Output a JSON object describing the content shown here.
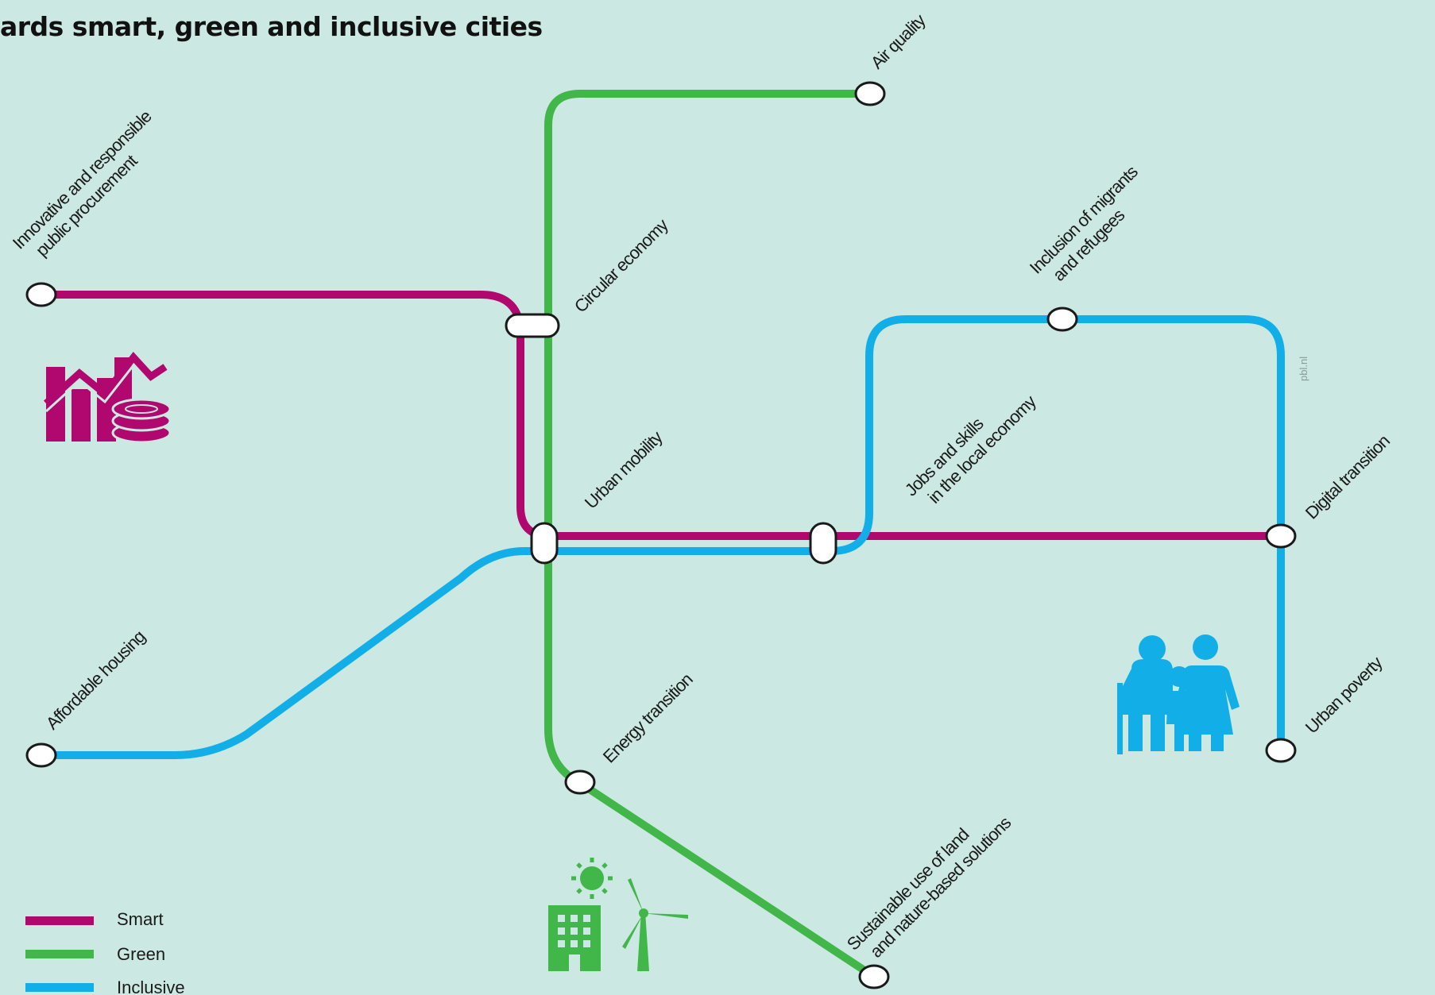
{
  "title": "ards smart, green and inclusive cities",
  "credit": "pbl.nl",
  "colors": {
    "smart": "#b0086e",
    "green": "#41b649",
    "inclusive": "#12aee8"
  },
  "legend": [
    {
      "key": "smart",
      "label": "Smart"
    },
    {
      "key": "green",
      "label": "Green"
    },
    {
      "key": "inclusive",
      "label": "Inclusive"
    }
  ],
  "stations": {
    "procurement": [
      "Innovative and responsible",
      "public procurement"
    ],
    "circular": [
      "Circular economy"
    ],
    "air": [
      "Air quality"
    ],
    "migrants": [
      "Inclusion of  migrants",
      "and refugees"
    ],
    "mobility": [
      "Urban mobility"
    ],
    "jobs": [
      "Jobs and skills",
      "in the local economy"
    ],
    "digital": [
      "Digital transition"
    ],
    "housing": [
      "Affordable housing"
    ],
    "energy": [
      "Energy transition"
    ],
    "land": [
      "Sustainable use of land",
      "and nature-based solutions"
    ],
    "poverty": [
      "Urban poverty"
    ]
  },
  "icons": {
    "smart": "finance-chart-coins-icon",
    "inclusive": "family-people-icon",
    "green": "solar-building-wind-turbine-icon"
  }
}
